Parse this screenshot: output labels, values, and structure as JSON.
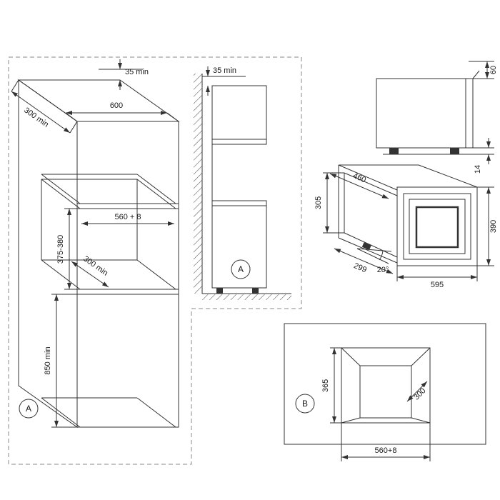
{
  "colors": {
    "line": "#333333",
    "background": "#ffffff",
    "dashed_frame": "#8a8a8a"
  },
  "labels": {
    "view_a": "A",
    "view_b": "B"
  },
  "cabinet": {
    "gap_top": "35 min",
    "width": "600",
    "depth_top": "300 min",
    "niche_width": "560 + 8",
    "niche_height": "375-380",
    "niche_depth": "300 min",
    "plinth_height": "850 min"
  },
  "side_view": {
    "gap_top": "35 min"
  },
  "oven_side": {
    "top_clearance": "60",
    "feet_height": "14"
  },
  "oven_iso": {
    "depth": "460",
    "height": "305",
    "body_depth": "299",
    "angle": "20°",
    "width": "595",
    "front_height": "390"
  },
  "niche_front": {
    "height": "365",
    "depth": "300",
    "width": "560+8"
  }
}
